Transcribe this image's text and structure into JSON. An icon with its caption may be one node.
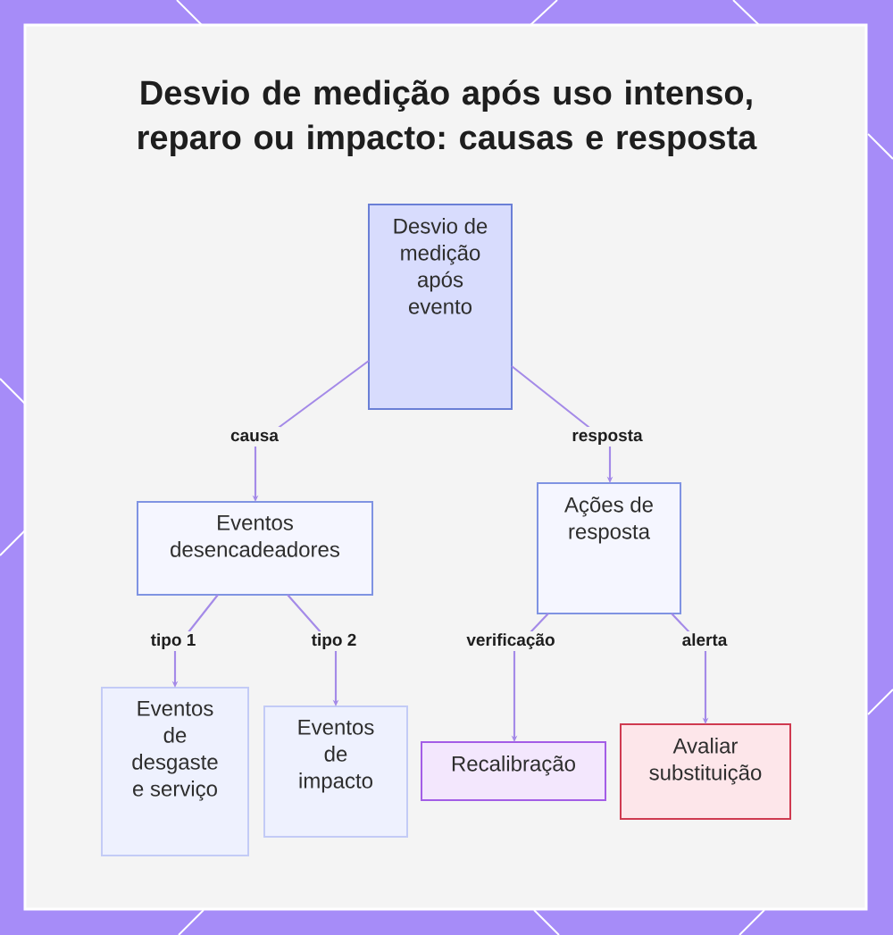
{
  "diagram": {
    "title": "Desvio de medição após uso intenso, reparo ou impacto: causas e resposta",
    "nodes": [
      {
        "text": [
          "Desvio de medição após evento"
        ]
      },
      {
        "text": [
          "Eventos desencadeadores"
        ]
      },
      {
        "text": [
          "Ações de resposta"
        ]
      },
      {
        "text": [
          "Eventos de desgaste e serviço"
        ]
      },
      {
        "text": [
          "Eventos de impacto"
        ]
      },
      {
        "text": [
          "Recalibração"
        ]
      },
      {
        "text": [
          "Avaliar substituição"
        ]
      }
    ],
    "edges": [
      {
        "from": 0,
        "to": 1,
        "arrow": "to",
        "label": "causa"
      },
      {
        "from": 0,
        "to": 2,
        "arrow": "to",
        "label": "resposta"
      },
      {
        "from": 1,
        "to": 3,
        "arrow": "to",
        "label": "tipo 1"
      },
      {
        "from": 1,
        "to": 4,
        "arrow": "to",
        "label": "tipo 2"
      },
      {
        "from": 2,
        "to": 5,
        "arrow": "to",
        "label": "verificação"
      },
      {
        "from": 2,
        "to": 6,
        "arrow": "to",
        "label": "alerta"
      }
    ]
  }
}
